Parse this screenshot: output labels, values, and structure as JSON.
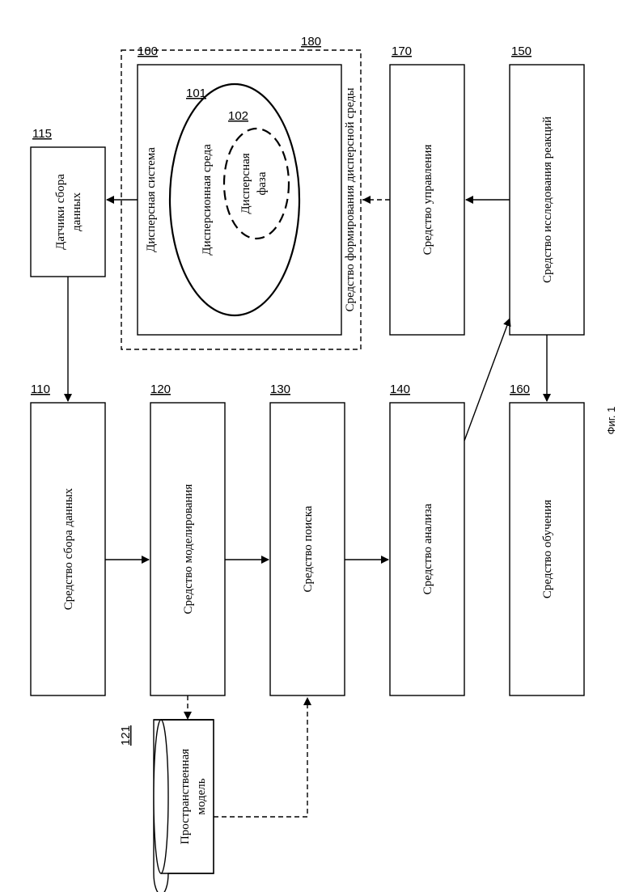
{
  "blocks": {
    "b110": {
      "num": "110",
      "label": "Средство сбора данных"
    },
    "b120": {
      "num": "120",
      "label": "Средство моделирования"
    },
    "b130": {
      "num": "130",
      "label": "Средство поиска"
    },
    "b140": {
      "num": "140",
      "label": "Средство анализа"
    },
    "b160": {
      "num": "160",
      "label": "Средство обучения"
    },
    "b150": {
      "num": "150",
      "label": "Средство исследования реакций"
    },
    "b170": {
      "num": "170",
      "label": "Средство управления"
    },
    "b115": {
      "num": "115",
      "label_line1": "Датчики сбора",
      "label_line2": "данных"
    },
    "b121": {
      "num": "121",
      "label_line1": "Пространственная",
      "label_line2": "модель"
    }
  },
  "dispersion": {
    "frame_num": "180",
    "frame_label": "Средство формирования дисперсной среды",
    "system_num": "100",
    "system_label": "Дисперсная система",
    "medium_num": "101",
    "medium_label": "Дисперсионная среда",
    "phase_num": "102",
    "phase_line1": "Дисперсная",
    "phase_line2": "фаза"
  },
  "caption": "Фиг. 1"
}
